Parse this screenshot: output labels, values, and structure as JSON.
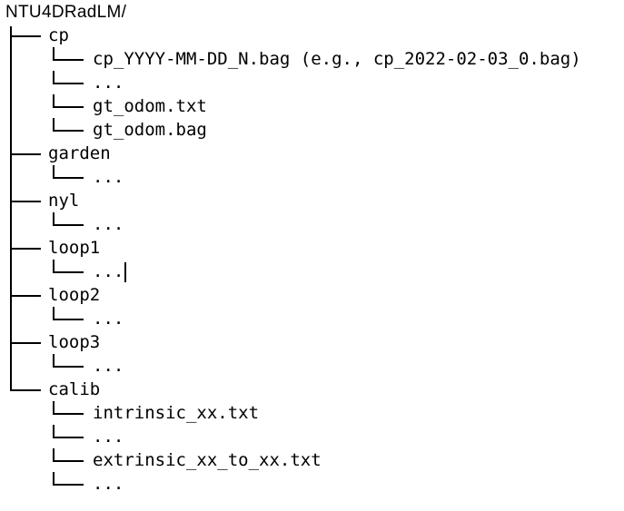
{
  "root": "NTU4DRadLM/",
  "folders": [
    {
      "name": "cp",
      "children": [
        "cp_YYYY-MM-DD_N.bag (e.g., cp_2022-02-03_0.bag)",
        "...",
        "gt_odom.txt",
        "gt_odom.bag"
      ]
    },
    {
      "name": "garden",
      "children": [
        "..."
      ]
    },
    {
      "name": "nyl",
      "children": [
        "..."
      ]
    },
    {
      "name": "loop1",
      "children": [
        "..."
      ]
    },
    {
      "name": "loop2",
      "children": [
        "..."
      ]
    },
    {
      "name": "loop3",
      "children": [
        "..."
      ]
    },
    {
      "name": "calib",
      "children": [
        "intrinsic_xx.txt",
        "...",
        "extrinsic_xx_to_xx.txt",
        "..."
      ]
    }
  ]
}
